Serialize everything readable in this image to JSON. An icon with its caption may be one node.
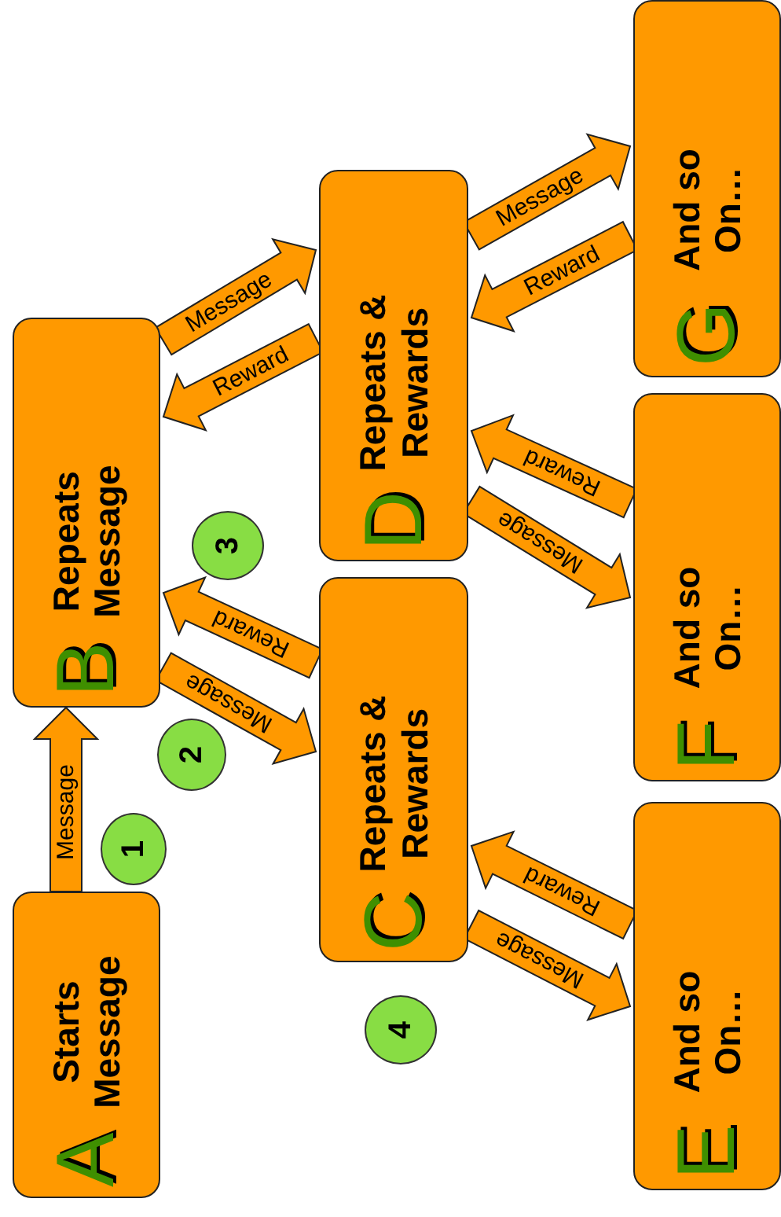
{
  "diagram": {
    "nodes": [
      {
        "text": [
          "A",
          "Starts Message"
        ]
      },
      {
        "text": [
          "B",
          "Repeats Message"
        ]
      },
      {
        "text": [
          "C",
          "Repeats & Rewards"
        ]
      },
      {
        "text": [
          "D",
          "Repeats & Rewards"
        ]
      },
      {
        "text": [
          "E",
          "And so On…"
        ]
      },
      {
        "text": [
          "F",
          "And so On…"
        ]
      },
      {
        "text": [
          "G",
          "And so On…"
        ]
      },
      {
        "text": [
          "1"
        ]
      },
      {
        "text": [
          "2"
        ]
      },
      {
        "text": [
          "3"
        ]
      },
      {
        "text": [
          "4"
        ]
      }
    ],
    "edges": [
      {
        "from": 0,
        "to": 1,
        "arrow": "to",
        "label": "Message"
      },
      {
        "from": 1,
        "to": 2,
        "arrow": "to",
        "label": "Message"
      },
      {
        "from": 2,
        "to": 1,
        "arrow": "to",
        "label": "Reward"
      },
      {
        "from": 1,
        "to": 3,
        "arrow": "to",
        "label": "Message"
      },
      {
        "from": 3,
        "to": 1,
        "arrow": "to",
        "label": "Reward"
      },
      {
        "from": 2,
        "to": 4,
        "arrow": "to",
        "label": "Message"
      },
      {
        "from": 4,
        "to": 2,
        "arrow": "to",
        "label": "Reward"
      },
      {
        "from": 3,
        "to": 5,
        "arrow": "to",
        "label": "Message"
      },
      {
        "from": 5,
        "to": 3,
        "arrow": "to",
        "label": "Reward"
      },
      {
        "from": 3,
        "to": 6,
        "arrow": "to",
        "label": "Message"
      },
      {
        "from": 6,
        "to": 3,
        "arrow": "to",
        "label": "Reward"
      }
    ]
  }
}
